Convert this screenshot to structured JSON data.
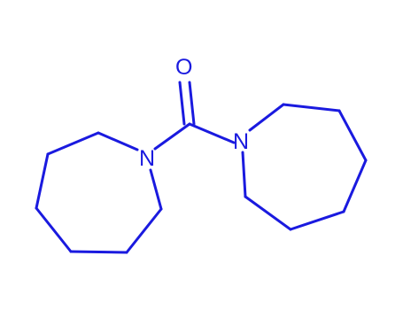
{
  "molecule": {
    "atoms": {
      "oxygen": "O",
      "nitrogen_left": "N",
      "nitrogen_right": "N"
    },
    "colors": {
      "bond": "#1a1adf",
      "background": "#ffffff"
    }
  }
}
